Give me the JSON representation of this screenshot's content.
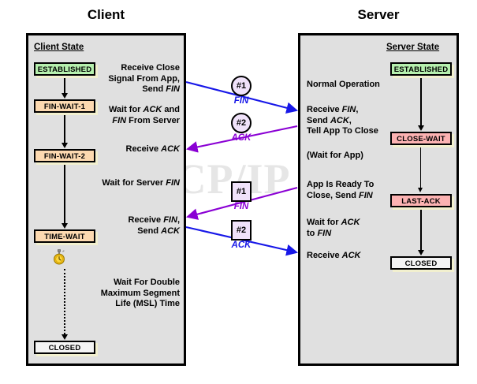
{
  "diagram": {
    "watermark": "The TCP/IP Guide",
    "columns": {
      "client_title": "Client",
      "server_title": "Server"
    },
    "headings": {
      "client_state": "Client State",
      "server_state": "Server State"
    }
  },
  "client": {
    "states": [
      {
        "name": "ESTABLISHED",
        "color": "#b6f0ae"
      },
      {
        "name": "FIN-WAIT-1",
        "color": "#fcd9b0"
      },
      {
        "name": "FIN-WAIT-2",
        "color": "#fcd9b0"
      },
      {
        "name": "TIME-WAIT",
        "color": "#fcd9b0"
      },
      {
        "name": "CLOSED",
        "color": "#f4f4f4"
      }
    ],
    "notes": [
      "Receive Close\nSignal From App,\nSend FIN",
      "Wait for ACK and\nFIN From Server",
      "Receive ACK",
      "Wait for Server FIN",
      "Receive FIN,\nSend ACK",
      "Wait For Double\nMaximum Segment\nLife (MSL) Time"
    ],
    "timer_icon": "stopwatch-icon"
  },
  "server": {
    "states": [
      {
        "name": "ESTABLISHED",
        "color": "#b6f0ae"
      },
      {
        "name": "CLOSE-WAIT",
        "color": "#fcb2b2"
      },
      {
        "name": "LAST-ACK",
        "color": "#fcb2b2"
      },
      {
        "name": "CLOSED",
        "color": "#f4f4f4"
      }
    ],
    "notes": [
      "Normal Operation",
      "Receive FIN,\nSend ACK,\nTell App To Close",
      "(Wait for App)",
      "App Is Ready To\nClose, Send FIN",
      "Wait for ACK\nto FIN",
      "Receive ACK"
    ]
  },
  "messages": [
    {
      "badge": "#1",
      "label": "FIN",
      "shape": "circle",
      "color": "#1717e8",
      "direction": "client-to-server"
    },
    {
      "badge": "#2",
      "label": "ACK",
      "shape": "circle",
      "color": "#8a00d4",
      "direction": "server-to-client"
    },
    {
      "badge": "#1",
      "label": "FIN",
      "shape": "square",
      "color": "#8a00d4",
      "direction": "server-to-client"
    },
    {
      "badge": "#2",
      "label": "ACK",
      "shape": "square",
      "color": "#1717e8",
      "direction": "client-to-server"
    }
  ],
  "colors": {
    "blue": "#1717e8",
    "purple": "#8a00d4",
    "panel_bg": "#e0e0e0",
    "shadow": "#f2f0cf"
  }
}
